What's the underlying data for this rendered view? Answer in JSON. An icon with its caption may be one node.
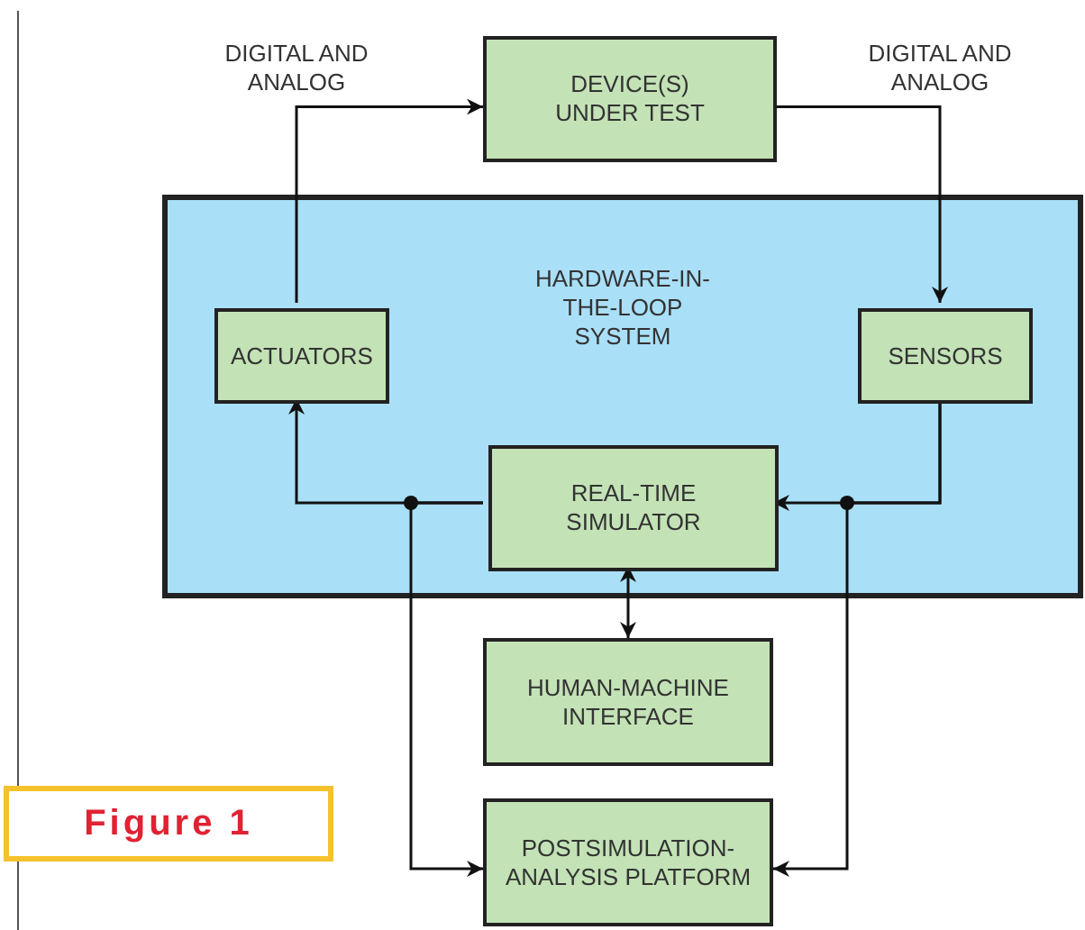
{
  "diagram": {
    "caption": "Figure 1",
    "nodes": [
      {
        "text": [
          "DEVICE(S) UNDER TEST"
        ]
      },
      {
        "text": [
          "HARDWARE-IN-THE-LOOP SYSTEM"
        ]
      },
      {
        "text": [
          "ACTUATORS"
        ],
        "in": 1
      },
      {
        "text": [
          "SENSORS"
        ],
        "in": 1
      },
      {
        "text": [
          "REAL-TIME SIMULATOR"
        ],
        "in": 1
      },
      {
        "text": [
          "HUMAN-MACHINE INTERFACE"
        ]
      },
      {
        "text": [
          "POSTSIMULATION-ANALYSIS PLATFORM"
        ]
      }
    ],
    "edges": [
      {
        "from": 2,
        "to": 0,
        "arrow": "to",
        "label": "DIGITAL AND ANALOG"
      },
      {
        "from": 0,
        "to": 3,
        "arrow": "to",
        "label": "DIGITAL AND ANALOG"
      },
      {
        "from": 3,
        "to": 4,
        "arrow": "to"
      },
      {
        "from": 4,
        "to": 2,
        "arrow": "to"
      },
      {
        "from": 4,
        "to": 5,
        "arrow": "both"
      },
      {
        "from": 4,
        "to": 6,
        "arrow": "to"
      },
      {
        "from": 3,
        "to": 6,
        "arrow": "to"
      }
    ]
  }
}
